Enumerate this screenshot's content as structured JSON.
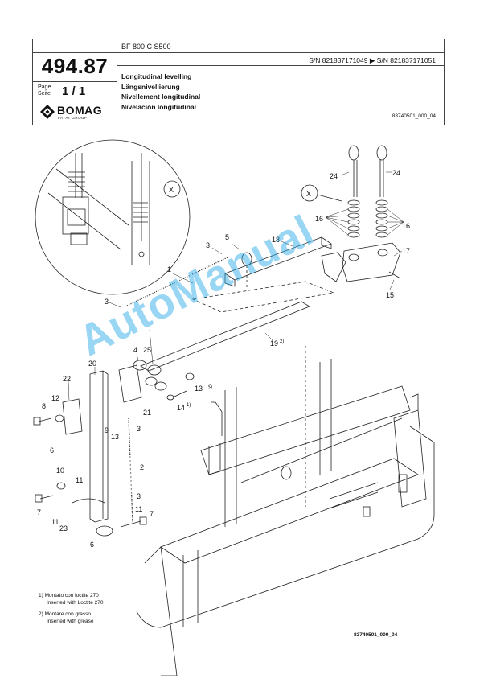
{
  "header": {
    "part_number": "494.87",
    "page_label_1": "Page",
    "page_label_2": "Seite",
    "page_number": "1 / 1",
    "brand": "BOMAG",
    "brand_sub": "FAYAT GROUP",
    "model": "BF 800 C S500",
    "serial_range": "S/N 821837171049  ▶  S/N 821837171051",
    "titles": [
      "Longitudinal levelling",
      "Längsnivellierung",
      "Nivellement longitudinal",
      "Nivelación longitudinal"
    ],
    "doc_ref": "83740501_000_04"
  },
  "callouts": {
    "c1": "1",
    "c2": "2",
    "c3a": "3",
    "c3b": "3",
    "c3c": "3",
    "c3d": "3",
    "c4": "4",
    "c5": "5",
    "c6a": "6",
    "c6b": "6",
    "c7a": "7",
    "c7b": "7",
    "c8": "8",
    "c9a": "9",
    "c9b": "9",
    "c10": "10",
    "c11a": "11",
    "c11b": "11",
    "c11c": "11",
    "c12": "12",
    "c13a": "13",
    "c13b": "13",
    "c14": "14",
    "c14sup": "1)",
    "c15": "15",
    "c16a": "16",
    "c16b": "16",
    "c17": "17",
    "c18": "18",
    "c19": "19",
    "c19sup": "2)",
    "c20": "20",
    "c21": "21",
    "c22": "22",
    "c23": "23",
    "c24a": "24",
    "c24b": "24",
    "c25": "25",
    "detail_x1": "X",
    "detail_x2": "X"
  },
  "footnotes": {
    "n1_it": "1)  Montato con loctite 270",
    "n1_en": "Inserted with Loctite 270",
    "n2_it": "2)  Montare con grasso",
    "n2_en": "Inserted with grease"
  },
  "drawing_ref": "83740501_000_04",
  "watermark": "AutoManual"
}
